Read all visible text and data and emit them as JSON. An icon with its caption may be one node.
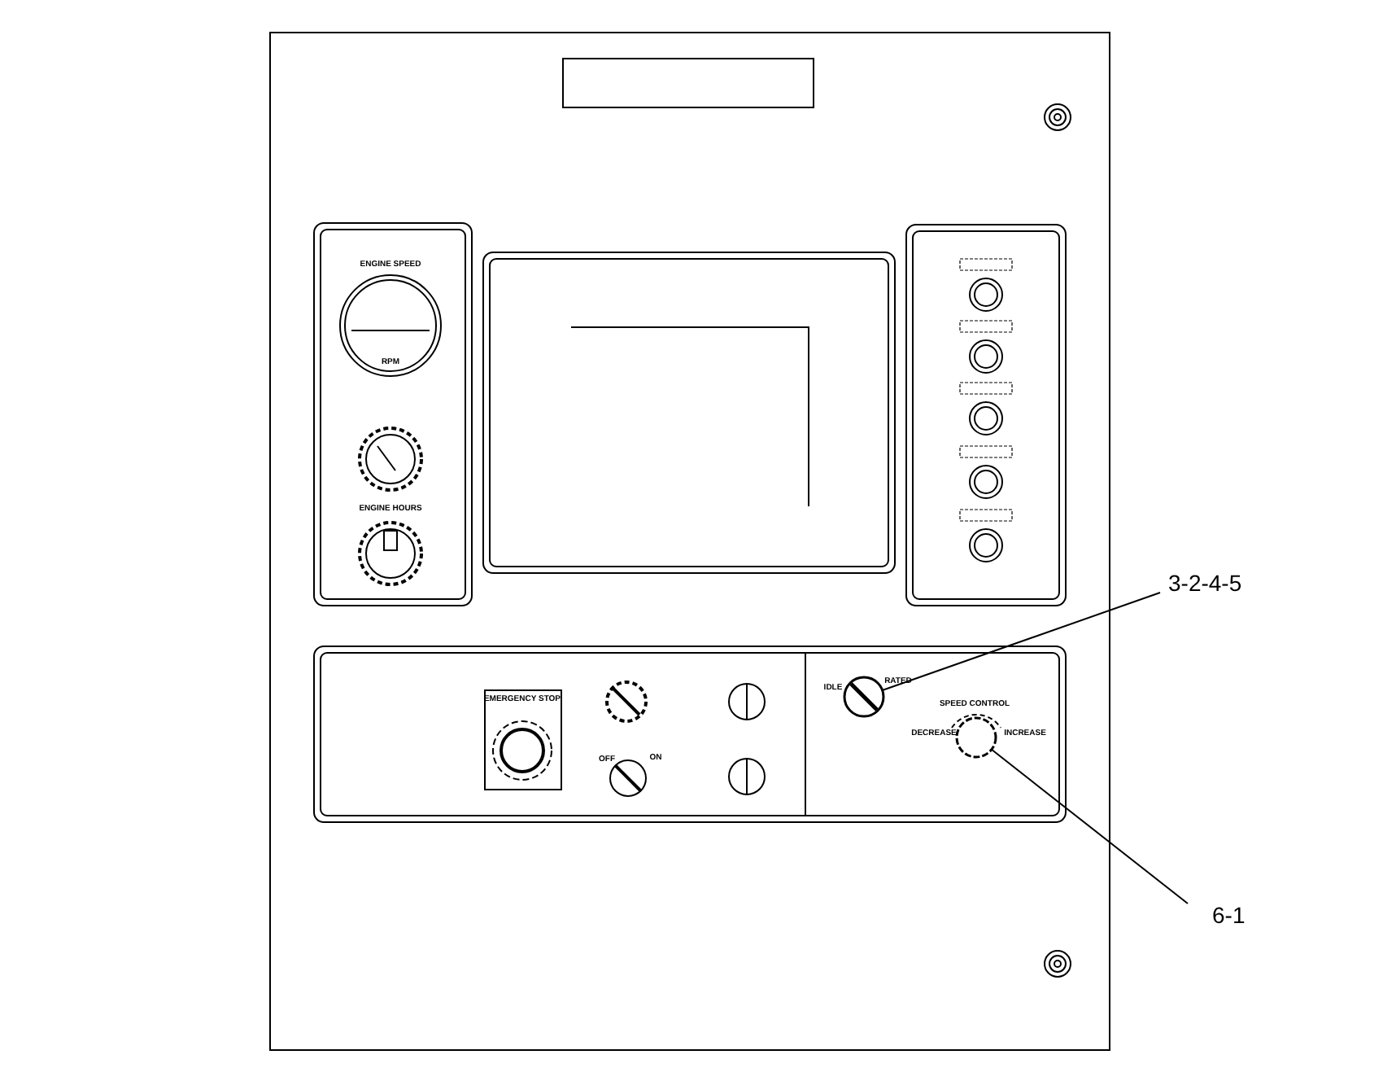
{
  "diagram": {
    "nodes": [
      {
        "text": [
          "3-2-4-5"
        ]
      },
      {
        "text": [],
        "shape": "circle"
      },
      {
        "text": [
          "6-1"
        ]
      },
      {
        "text": [],
        "shape": "circle"
      }
    ],
    "edges": [
      {
        "from": 0,
        "to": 1,
        "arrow": "none"
      },
      {
        "from": 2,
        "to": 3,
        "arrow": "none"
      }
    ],
    "labels": [
      "ENGINE SPEED",
      "RPM",
      "ENGINE HOURS",
      "EMERGENCY STOP",
      "OFF",
      "ON",
      "IDLE",
      "RATED",
      "SPEED CONTROL",
      "DECREASE",
      "INCREASE"
    ]
  }
}
